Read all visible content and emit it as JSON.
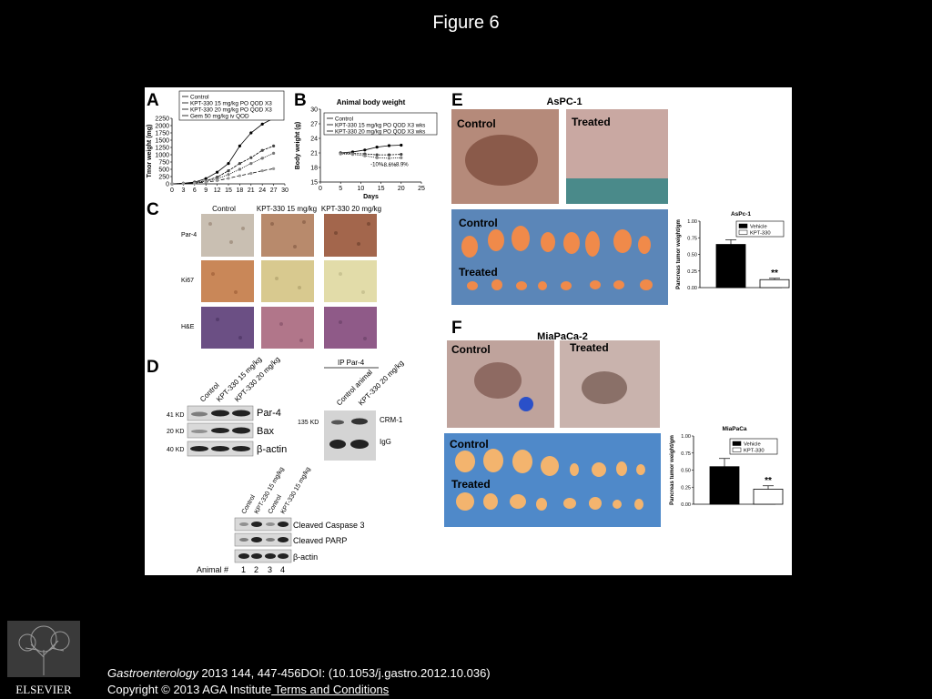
{
  "slide": {
    "title": "Figure 6"
  },
  "footer": {
    "citation_journal": "Gastroenterology",
    "citation_rest": " 2013 144, 447-456DOI: (10.1053/j.gastro.2012.10.036)",
    "copyright": "Copyright © 2013 AGA Institute",
    "terms_link": " Terms and Conditions",
    "publisher_logo_text": "ELSEVIER"
  },
  "colors": {
    "figure_bg": "#ffffff",
    "slide_bg": "#000000",
    "vehicle_bar": "#000000",
    "treated_bar": "#ffffff"
  },
  "panels": {
    "A": {
      "label": "A"
    },
    "B": {
      "label": "B"
    },
    "C": {
      "label": "C",
      "columns": [
        "Control",
        "KPT-330 15 mg/kg",
        "KPT-330 20 mg/kg"
      ],
      "rows": [
        "Par-4",
        "Ki67",
        "H&E"
      ]
    },
    "D": {
      "label": "D",
      "lanes": [
        "Control",
        "KPT-330 15 mg/kg",
        "KPT-330 20 mg/kg"
      ],
      "bands": [
        "Par-4",
        "Bax",
        "β-actin"
      ],
      "kd": [
        "41 KD",
        "20 KD",
        "40 KD"
      ],
      "ip_title": "IP Par-4",
      "ip_lanes": [
        "Control animal",
        "KPT-330 20 mg/kg"
      ],
      "ip_kd": "135 KD",
      "ip_bands": [
        "CRM-1",
        "IgG"
      ],
      "lower_lanes": [
        "Control",
        "KPT-330 15 mg/kg",
        "Control",
        "KPT-330 15 mg/kg"
      ],
      "lower_bands": [
        "Cleaved Caspase 3",
        "Cleaved PARP",
        "β-actin"
      ],
      "animal_label": "Animal #",
      "animal_numbers": [
        "1",
        "2",
        "3",
        "4"
      ]
    },
    "E": {
      "label": "E",
      "title": "AsPC-1",
      "photo_labels": [
        "Control",
        "Treated"
      ],
      "tumor_labels": [
        "Control",
        "Treated"
      ]
    },
    "F": {
      "label": "F",
      "title": "MiaPaCa-2",
      "photo_labels": [
        "Control",
        "Treated"
      ],
      "tumor_labels": [
        "Control",
        "Treated"
      ]
    }
  },
  "chart_data": [
    {
      "type": "line",
      "panel": "A",
      "xlabel": "",
      "ylabel": "Tmor weight (mg)",
      "xlim": [
        0,
        30
      ],
      "ylim": [
        0,
        2250
      ],
      "xticks": [
        0,
        3,
        6,
        9,
        12,
        15,
        18,
        21,
        24,
        27,
        30
      ],
      "yticks": [
        0,
        250,
        500,
        750,
        1000,
        1250,
        1500,
        1750,
        2000,
        2250
      ],
      "x": [
        0,
        3,
        6,
        9,
        12,
        15,
        18,
        21,
        24,
        27
      ],
      "series": [
        {
          "name": "Control",
          "values": [
            0,
            20,
            60,
            180,
            400,
            700,
            1300,
            1750,
            2050,
            2250
          ]
        },
        {
          "name": "KPT-330 15 mg/kg PO QOD X3",
          "values": [
            0,
            15,
            40,
            110,
            230,
            450,
            700,
            900,
            1150,
            1300
          ]
        },
        {
          "name": "KPT-330 20 mg/kg PO QOD X3",
          "values": [
            0,
            10,
            30,
            90,
            170,
            320,
            500,
            700,
            880,
            1050
          ]
        },
        {
          "name": "Gem 50 mg/kg iv QOD",
          "values": [
            0,
            10,
            25,
            60,
            110,
            190,
            280,
            360,
            450,
            520
          ]
        }
      ]
    },
    {
      "type": "line",
      "panel": "B",
      "title": "Animal body weight",
      "xlabel": "Days",
      "ylabel": "Body weight (g)",
      "xlim": [
        0,
        25
      ],
      "ylim": [
        15,
        30
      ],
      "xticks": [
        0,
        5,
        10,
        15,
        20,
        25
      ],
      "yticks": [
        15,
        18,
        21,
        24,
        27,
        30
      ],
      "x": [
        5,
        8,
        11,
        14,
        17,
        20
      ],
      "series": [
        {
          "name": "Control",
          "values": [
            21.0,
            21.2,
            21.6,
            22.2,
            22.5,
            22.6
          ]
        },
        {
          "name": "KPT-330 15 mg/kg PO QOD X3 wks",
          "values": [
            20.9,
            20.9,
            20.8,
            20.6,
            20.6,
            20.7
          ]
        },
        {
          "name": "KPT-330 20 mg/kg PO QOD X3 wks",
          "values": [
            20.8,
            20.7,
            20.4,
            20.0,
            19.9,
            20.0
          ]
        }
      ],
      "annotations": [
        "-10%",
        "-8.6%",
        "-8.9%"
      ]
    },
    {
      "type": "bar",
      "panel": "E",
      "title": "AsPc-1",
      "ylabel": "Pancreas tumor weight/gm",
      "categories": [
        "Vehicle",
        "KPT-330"
      ],
      "values": [
        0.65,
        0.12
      ],
      "errors": [
        0.07,
        0.02
      ],
      "ylim": [
        0,
        1.0
      ],
      "yticks": [
        "0.00",
        "0.25",
        "0.50",
        "0.75",
        "1.00"
      ],
      "annotation": "**",
      "legend": "top-right"
    },
    {
      "type": "bar",
      "panel": "F",
      "title": "MiaPaCa",
      "ylabel": "Pancreas tumor weight/gm",
      "categories": [
        "Vehicle",
        "KPT-330"
      ],
      "values": [
        0.55,
        0.22
      ],
      "errors": [
        0.12,
        0.05
      ],
      "ylim": [
        0,
        1.0
      ],
      "yticks": [
        "0.00",
        "0.25",
        "0.50",
        "0.75",
        "1.00"
      ],
      "annotation": "**",
      "legend": "top-right"
    }
  ]
}
